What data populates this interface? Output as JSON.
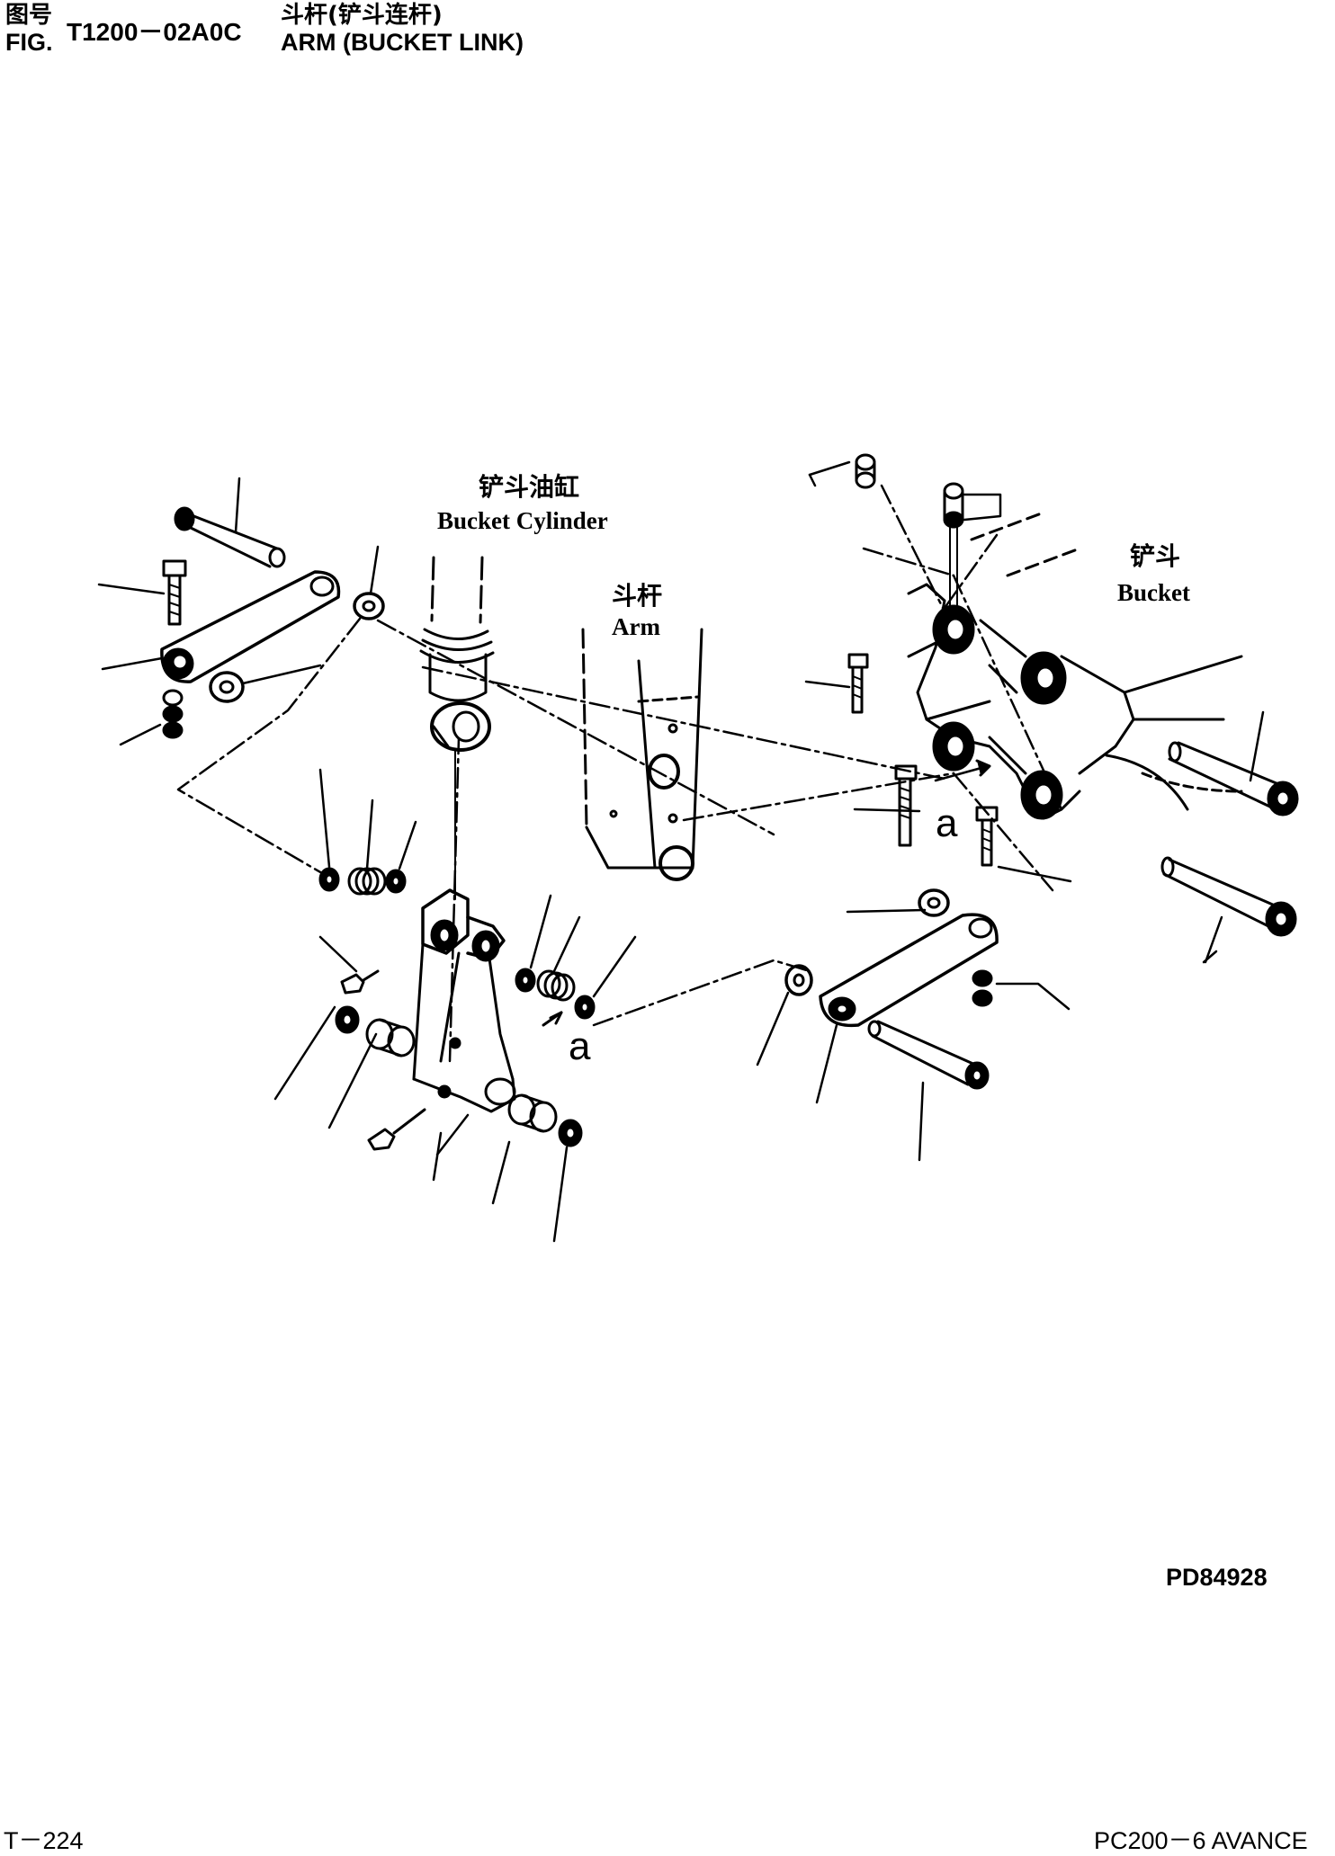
{
  "header": {
    "fig_label_cn": "图号",
    "fig_label": "FIG.",
    "fig_number": "T1200－02A0C",
    "title_cn": "斗杆(铲斗连杆)",
    "title_en": "ARM (BUCKET LINK)"
  },
  "callouts": {
    "bucket_cylinder_cn": "铲斗油缸",
    "bucket_cylinder": "Bucket Cylinder",
    "arm_cn": "斗杆",
    "arm": "Arm",
    "bucket_cn": "铲斗",
    "bucket": "Bucket",
    "ref_a": "a"
  },
  "footer": {
    "drawing_code": "PD84928",
    "page_number": "T－224",
    "model": "PC200－6 AVANCE"
  }
}
